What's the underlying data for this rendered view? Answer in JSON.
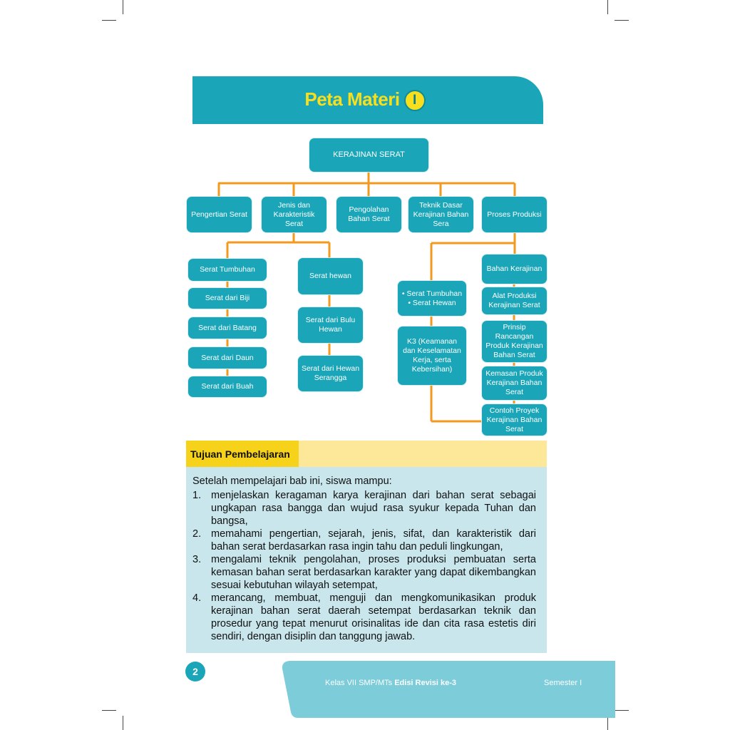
{
  "header": {
    "title": "Peta Materi",
    "chapter": "I"
  },
  "map": {
    "root": "KERAJINAN SERAT",
    "level1": [
      "Pengertian Serat",
      "Jenis dan Karakteristik Serat",
      "Pengolahan Bahan Serat",
      "Teknik Dasar Kerajinan Bahan Sera",
      "Proses Produksi"
    ],
    "col_tumbuhan": [
      "Serat Tumbuhan",
      "Serat dari Biji",
      "Serat dari Batang",
      "Serat dari Daun",
      "Serat dari Buah"
    ],
    "col_hewan": [
      "Serat hewan",
      "Serat dari Bulu Hewan",
      "Serat dari Hewan Serangga"
    ],
    "teknik_bullets": [
      "• Serat Tumbuhan",
      "• Serat Hewan"
    ],
    "k3": "K3 (Keamanan dan Keselamatan Kerja, serta Kebersihan)",
    "col_produksi": [
      "Bahan Kerajinan",
      "Alat Produksi Kerajinan Serat",
      "Prinsip Rancangan Produk Kerajinan Bahan Serat",
      "Kemasan Produk Kerajinan Bahan Serat",
      "Contoh Proyek Kerajinan Bahan Serat"
    ]
  },
  "tujuan": {
    "label": "Tujuan Pembelajaran",
    "intro": "Setelah mempelajari bab ini, siswa mampu:",
    "items": [
      {
        "num": "1.",
        "text": "menjelaskan keragaman karya kerajinan dari bahan serat sebagai ungkapan rasa bangga dan wujud rasa syukur kepada Tuhan dan bangsa,"
      },
      {
        "num": "2.",
        "text": "memahami pengertian, sejarah, jenis, sifat, dan karakteristik dari bahan serat berdasarkan rasa ingin tahu dan peduli lingkungan,"
      },
      {
        "num": "3.",
        "text": "mengalami teknik pengolahan, proses produksi pembuatan serta kemasan bahan serat berdasarkan karakter yang dapat dikembangkan sesuai kebutuhan wilayah setempat,"
      },
      {
        "num": "4.",
        "text": "merancang, membuat, menguji dan mengkomunikasikan produk kerajinan bahan serat daerah setempat berdasarkan teknik dan prosedur yang tepat menurut orisinalitas ide dan cita rasa estetis diri sendiri, dengan disiplin dan tanggung jawab."
      }
    ]
  },
  "footer": {
    "page": "2",
    "class_text": "Kelas VII SMP/MTs",
    "edition": "Edisi Revisi ke-3",
    "semester": "Semester I"
  },
  "colors": {
    "teal": "#1aa6b8",
    "orange": "#f39a1e",
    "yellow": "#f7d21a",
    "light_yellow": "#fde89a",
    "light_blue": "#c8e6ec",
    "footer_blue": "#7cccd9"
  }
}
